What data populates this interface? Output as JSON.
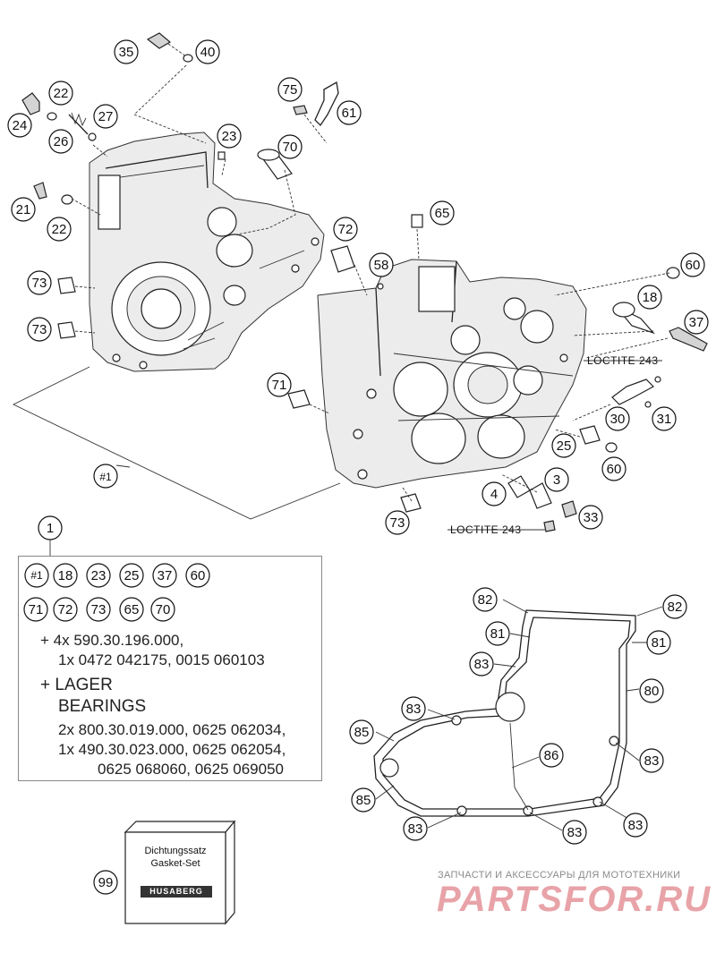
{
  "callouts": [
    {
      "id": "c35",
      "label": "35"
    },
    {
      "id": "c40",
      "label": "40"
    },
    {
      "id": "c22a",
      "label": "22"
    },
    {
      "id": "c24",
      "label": "24"
    },
    {
      "id": "c27",
      "label": "27"
    },
    {
      "id": "c26",
      "label": "26"
    },
    {
      "id": "c23",
      "label": "23"
    },
    {
      "id": "c75",
      "label": "75"
    },
    {
      "id": "c61",
      "label": "61"
    },
    {
      "id": "c70",
      "label": "70"
    },
    {
      "id": "c21",
      "label": "21"
    },
    {
      "id": "c22b",
      "label": "22"
    },
    {
      "id": "c65",
      "label": "65"
    },
    {
      "id": "c72",
      "label": "72"
    },
    {
      "id": "c58",
      "label": "58"
    },
    {
      "id": "c60a",
      "label": "60"
    },
    {
      "id": "c73a",
      "label": "73"
    },
    {
      "id": "c18",
      "label": "18"
    },
    {
      "id": "c37",
      "label": "37"
    },
    {
      "id": "c73b",
      "label": "73"
    },
    {
      "id": "c71",
      "label": "71"
    },
    {
      "id": "c30",
      "label": "30"
    },
    {
      "id": "c31",
      "label": "31"
    },
    {
      "id": "c25",
      "label": "25"
    },
    {
      "id": "c60b",
      "label": "60"
    },
    {
      "id": "c1h",
      "label": "#1"
    },
    {
      "id": "c3",
      "label": "3"
    },
    {
      "id": "c4",
      "label": "4"
    },
    {
      "id": "c33",
      "label": "33"
    },
    {
      "id": "c73c",
      "label": "73"
    },
    {
      "id": "c1",
      "label": "1"
    },
    {
      "id": "c82a",
      "label": "82"
    },
    {
      "id": "c82b",
      "label": "82"
    },
    {
      "id": "c81a",
      "label": "81"
    },
    {
      "id": "c81b",
      "label": "81"
    },
    {
      "id": "c83a",
      "label": "83"
    },
    {
      "id": "c80",
      "label": "80"
    },
    {
      "id": "c83b",
      "label": "83"
    },
    {
      "id": "c85a",
      "label": "85"
    },
    {
      "id": "c86",
      "label": "86"
    },
    {
      "id": "c83c",
      "label": "83"
    },
    {
      "id": "c85b",
      "label": "85"
    },
    {
      "id": "c83d",
      "label": "83"
    },
    {
      "id": "c83e",
      "label": "83"
    },
    {
      "id": "c83f",
      "label": "83"
    },
    {
      "id": "c99",
      "label": "99"
    }
  ],
  "notes": {
    "loctite_1": "LOCTITE 243",
    "loctite_2": "LOCTITE 243"
  },
  "kit_box": {
    "row1": [
      {
        "label": "#1"
      },
      {
        "label": "18"
      },
      {
        "label": "23"
      },
      {
        "label": "25"
      },
      {
        "label": "37"
      },
      {
        "label": "60"
      }
    ],
    "row2": [
      {
        "label": "71"
      },
      {
        "label": "72"
      },
      {
        "label": "73"
      },
      {
        "label": "65"
      },
      {
        "label": "70"
      }
    ],
    "line1": "+ 4x 590.30.196.000,",
    "line2": "1x 0472 042175, 0015 060103",
    "line3": "+ LAGER",
    "line4": "BEARINGS",
    "line5": "2x 800.30.019.000, 0625 062034,",
    "line6": "1x 490.30.023.000, 0625 062054,",
    "line7": "0625 068060, 0625 069050"
  },
  "gasket_set": {
    "line1": "Dichtungssatz",
    "line2": "Gasket-Set",
    "logo": "HUSABERG"
  },
  "watermark": {
    "caption": "ЗАПЧАСТИ И АКСЕССУАРЫ ДЛЯ МОТОТЕХНИКИ",
    "brand": "PARTSFOR.RU"
  }
}
